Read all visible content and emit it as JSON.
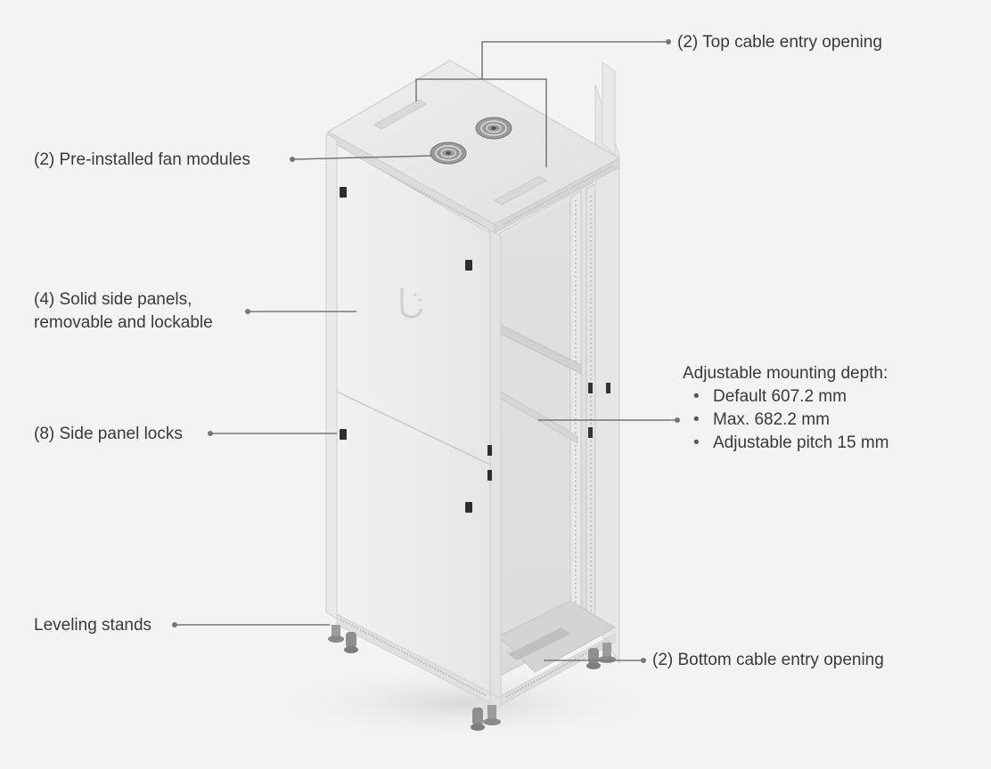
{
  "callouts": {
    "top_cable": "(2) Top cable entry opening",
    "fan_modules": "(2) Pre-installed fan modules",
    "side_panels_line1": "(4) Solid side panels,",
    "side_panels_line2": "removable and lockable",
    "panel_locks": "(8) Side panel locks",
    "leveling": "Leveling stands",
    "bottom_cable": "(2) Bottom cable entry opening",
    "depth_title": "Adjustable mounting depth:",
    "depth_items": [
      "Default 607.2 mm",
      "Max. 682.2 mm",
      "Adjustable pitch 15 mm"
    ]
  },
  "colors": {
    "background": "#f3f3f3",
    "cabinet_body": "#ececec",
    "callout_line": "#777777",
    "text": "#3a3a3a"
  },
  "icons": [
    "fan-icon",
    "brand-logo-icon"
  ]
}
